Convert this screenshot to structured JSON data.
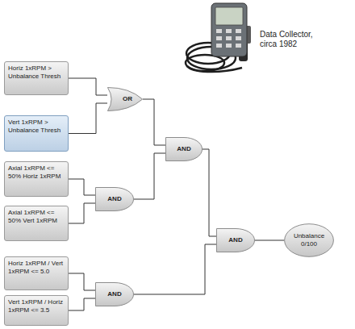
{
  "diagram": {
    "nodes": [
      {
        "text": [
          "Horiz 1xRPM > Unbalance Thresh"
        ]
      },
      {
        "text": [
          "Vert 1xRPM > Unbalance Thresh"
        ]
      },
      {
        "text": [
          "Axial 1xRPM <= 50% Horiz 1xRPM"
        ]
      },
      {
        "text": [
          "Axial 1xRPM <= 50% Vert 1xRPM"
        ]
      },
      {
        "text": [
          "Horiz 1xRPM / Vert 1xRPM <= 5.0"
        ]
      },
      {
        "text": [
          "Vert 1xRPM / Horiz 1xRPM <= 3.5"
        ]
      },
      {
        "text": [
          "OR"
        ]
      },
      {
        "text": [
          "AND"
        ]
      },
      {
        "text": [
          "AND"
        ]
      },
      {
        "text": [
          "AND"
        ]
      },
      {
        "text": [
          "AND"
        ]
      },
      {
        "text": [
          "Unbalance 0/100"
        ]
      }
    ],
    "edges": [
      {
        "from": 0,
        "to": 6,
        "arrow": "none"
      },
      {
        "from": 1,
        "to": 6,
        "arrow": "none"
      },
      {
        "from": 6,
        "to": 7,
        "arrow": "none"
      },
      {
        "from": 8,
        "to": 7,
        "arrow": "none"
      },
      {
        "from": 2,
        "to": 8,
        "arrow": "none"
      },
      {
        "from": 3,
        "to": 8,
        "arrow": "none"
      },
      {
        "from": 7,
        "to": 9,
        "arrow": "none"
      },
      {
        "from": 10,
        "to": 9,
        "arrow": "none"
      },
      {
        "from": 4,
        "to": 10,
        "arrow": "none"
      },
      {
        "from": 5,
        "to": 10,
        "arrow": "none"
      },
      {
        "from": 9,
        "to": 11,
        "arrow": "none"
      }
    ],
    "labels": [
      "Data Collector, circa 1982"
    ]
  }
}
